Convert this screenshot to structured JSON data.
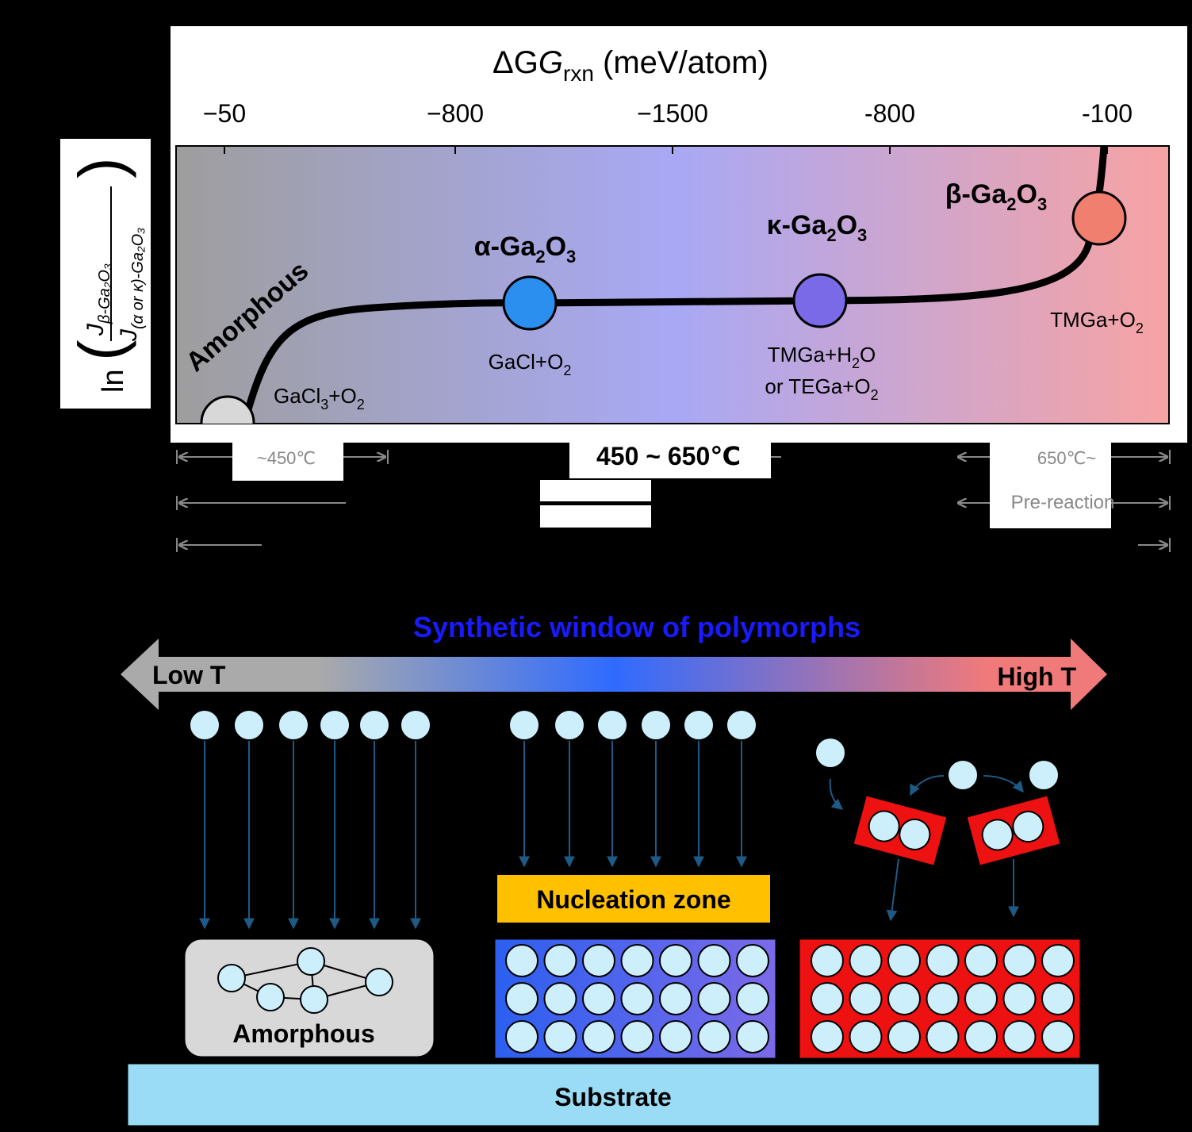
{
  "top_panel": {
    "title_prefix": "ΔG",
    "title_subscript": "rxn",
    "title_units": " (meV/atom)",
    "ylabel": {
      "ln": "ln",
      "numerator": "J",
      "numerator_sub": "β-Ga₂O₃",
      "denominator": "J",
      "denominator_sub": "(α or κ)-Ga₂O₃"
    },
    "x_ticks": [
      "−50",
      "−800",
      "−1500",
      "-800",
      "-100"
    ],
    "gradient_colors": [
      "#9e9e9e",
      "#a8a8f5",
      "#f7a3a3"
    ],
    "curve_label": "Amorphous",
    "polymorphs": [
      {
        "name": "α-Ga",
        "sub1": "2",
        "mid": "O",
        "sub2": "3",
        "color": "#2b8ff0",
        "precursor_lines": [
          [
            "GaCl+O",
            "2"
          ]
        ]
      },
      {
        "name": "κ-Ga",
        "sub1": "2",
        "mid": "O",
        "sub2": "3",
        "color": "#7b6ae8",
        "precursor_lines": [
          [
            "TMGa+H",
            "2",
            "O"
          ],
          [
            "or TEGa+O",
            "2"
          ]
        ]
      },
      {
        "name": "β-Ga",
        "sub1": "2",
        "mid": "O",
        "sub2": "3",
        "color": "#f07f70",
        "precursor_lines": [
          [
            "TMGa+O",
            "2"
          ]
        ]
      }
    ],
    "amorphous_precursor": [
      "GaCl",
      "3",
      "+O",
      "2"
    ],
    "amorphous_node_color": "#d8d8d8"
  },
  "temperature_ranges": {
    "low": "~450℃",
    "mid": "450 ~ 650℃",
    "high": "650℃~",
    "pre_reaction": "Pre-reaction"
  },
  "bottom_panel": {
    "window_title": "Synthetic window of polymorphs",
    "window_title_color": "#1a1aff",
    "arrow_left_label": "Low T",
    "arrow_right_label": "High T",
    "arrow_colors": [
      "#aaaaaa",
      "#2f6bff",
      "#f07a7a"
    ],
    "nucleation_label": "Nucleation zone",
    "nucleation_color": "#ffc000",
    "amorphous_label": "Amorphous",
    "substrate_label": "Substrate",
    "substrate_color": "#9adcf5",
    "atom_color": "#cdeffc",
    "alpha_film_colors": [
      "#2b5ff0",
      "#7b6ae8"
    ],
    "beta_film_color": "#ee1111"
  }
}
